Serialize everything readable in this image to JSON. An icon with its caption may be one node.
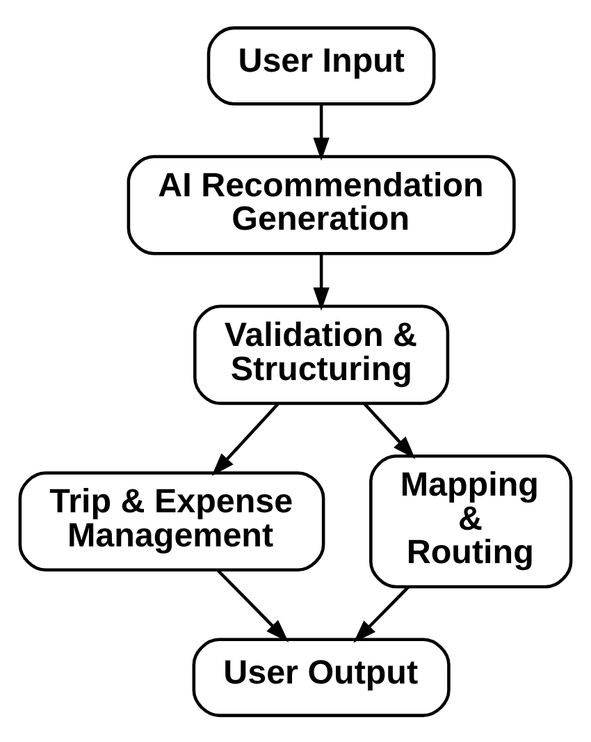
{
  "diagram": {
    "nodes": [
      {
        "text": [
          "User Input"
        ]
      },
      {
        "text": [
          "AI Recommendation Generation"
        ]
      },
      {
        "text": [
          "Validation & Structuring"
        ]
      },
      {
        "text": [
          "Trip & Expense Management"
        ]
      },
      {
        "text": [
          "Mapping & Routing"
        ]
      },
      {
        "text": [
          "User Output"
        ]
      }
    ],
    "edges": [
      {
        "from": 0,
        "to": 1,
        "arrow": "to"
      },
      {
        "from": 1,
        "to": 2,
        "arrow": "to"
      },
      {
        "from": 2,
        "to": 3,
        "arrow": "to"
      },
      {
        "from": 2,
        "to": 4,
        "arrow": "to"
      },
      {
        "from": 3,
        "to": 5,
        "arrow": "to"
      },
      {
        "from": 4,
        "to": 5,
        "arrow": "to"
      }
    ]
  }
}
